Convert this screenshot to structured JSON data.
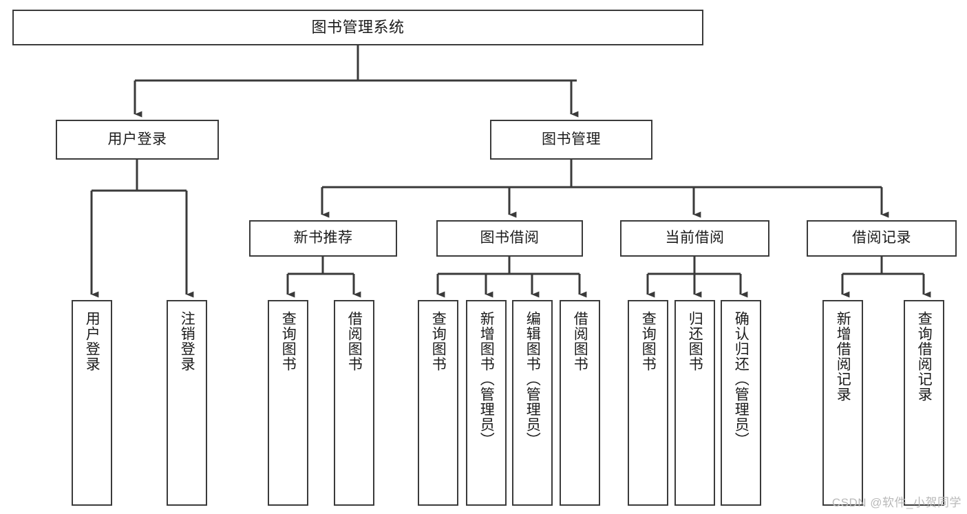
{
  "diagram": {
    "title": "图书管理系统",
    "watermark": "CSDN @软件_小贺同学",
    "root": {
      "label": "图书管理系统"
    },
    "level2": [
      {
        "label": "用户登录"
      },
      {
        "label": "图书管理"
      }
    ],
    "level3": [
      {
        "label": "新书推荐"
      },
      {
        "label": "图书借阅"
      },
      {
        "label": "当前借阅"
      },
      {
        "label": "借阅记录"
      }
    ],
    "leaves": {
      "user_login": [
        {
          "label": "用户登录"
        },
        {
          "label": "注销登录"
        }
      ],
      "new_book_recommend": [
        {
          "label": "查询图书"
        },
        {
          "label": "借阅图书"
        }
      ],
      "book_borrow": [
        {
          "label": "查询图书"
        },
        {
          "label": "新增图书（管理员）"
        },
        {
          "label": "编辑图书（管理员）"
        },
        {
          "label": "借阅图书"
        }
      ],
      "current_borrow": [
        {
          "label": "查询图书"
        },
        {
          "label": "归还图书"
        },
        {
          "label": "确认归还（管理员）"
        }
      ],
      "borrow_record": [
        {
          "label": "新增借阅记录"
        },
        {
          "label": "查询借阅记录"
        }
      ]
    },
    "colors": {
      "line": "#3a3a3a",
      "box_border": "#3a3a3a",
      "box_fill": "#ffffff",
      "text": "#1b1b1b",
      "watermark": "#b9b9b9"
    }
  }
}
